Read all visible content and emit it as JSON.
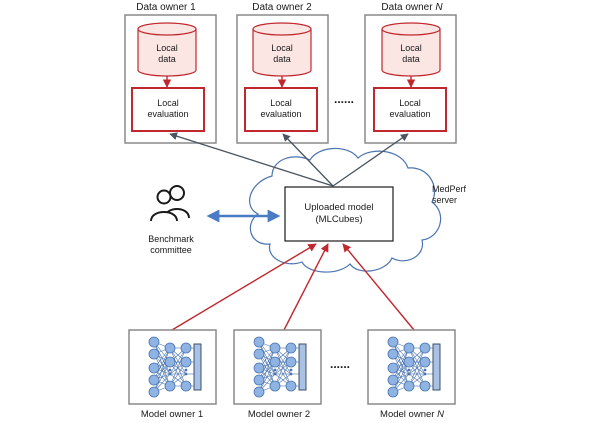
{
  "data_owners": [
    {
      "label": "Data owner 1",
      "data_label": [
        "Local",
        "data"
      ],
      "eval_label": [
        "Local",
        "evaluation"
      ]
    },
    {
      "label": "Data owner 2",
      "data_label": [
        "Local",
        "data"
      ],
      "eval_label": [
        "Local",
        "evaluation"
      ]
    },
    {
      "label": "Data owner N",
      "data_label": [
        "Local",
        "data"
      ],
      "eval_label": [
        "Local",
        "evaluation"
      ]
    }
  ],
  "data_owner_ellipsis": "......",
  "server": {
    "label_line1": "MedPerf",
    "label_line2": "server"
  },
  "uploaded_model": {
    "line1": "Uploaded model",
    "line2": "(MLCubes)"
  },
  "committee": {
    "line1": "Benchmark",
    "line2": "committee",
    "icon": "people-icon"
  },
  "model_owners": [
    {
      "label": "Model owner 1"
    },
    {
      "label": "Model owner 2"
    },
    {
      "label": "Model owner N"
    }
  ],
  "model_owner_ellipsis": "......",
  "colors": {
    "red": "#c0282d",
    "data_fill": "#fbe6e4",
    "arrow_dark": "#4a5560",
    "arrow_blue": "#4a7cc4",
    "node_fill": "#8fb4e3",
    "node_stroke": "#4a74b0"
  }
}
